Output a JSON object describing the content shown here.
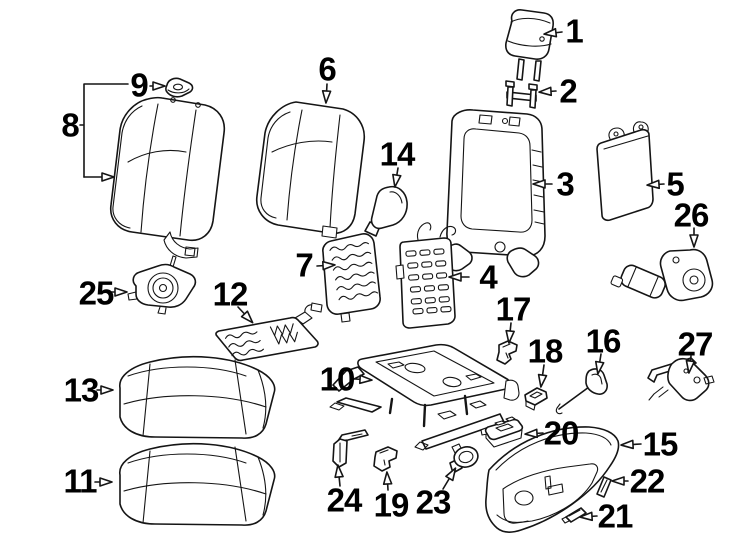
{
  "diagram": {
    "background_color": "#ffffff",
    "line_color": "#151515",
    "label_color": "#000000",
    "parts": [
      {
        "label": "1",
        "name": "headrest"
      },
      {
        "label": "2",
        "name": "headrest-guide"
      },
      {
        "label": "3",
        "name": "seat-back-frame"
      },
      {
        "label": "4",
        "name": "lumbar-support-mat"
      },
      {
        "label": "5",
        "name": "seat-back-panel"
      },
      {
        "label": "6",
        "name": "seat-back-cover"
      },
      {
        "label": "7",
        "name": "seat-back-heater-pad"
      },
      {
        "label": "8",
        "name": "seat-back-assembly"
      },
      {
        "label": "9",
        "name": "guide-cap"
      },
      {
        "label": "10",
        "name": "seat-adjuster-track"
      },
      {
        "label": "11",
        "name": "seat-cushion-pad"
      },
      {
        "label": "12",
        "name": "seat-cushion-heater-pad"
      },
      {
        "label": "13",
        "name": "seat-cushion-cover"
      },
      {
        "label": "14",
        "name": "recliner-handle"
      },
      {
        "label": "15",
        "name": "side-shield"
      },
      {
        "label": "16",
        "name": "release-rod"
      },
      {
        "label": "17",
        "name": "retainer-clip-17"
      },
      {
        "label": "18",
        "name": "retainer-clip-18"
      },
      {
        "label": "19",
        "name": "retainer-clip-19"
      },
      {
        "label": "20",
        "name": "seat-switch"
      },
      {
        "label": "21",
        "name": "trim-cap-21"
      },
      {
        "label": "22",
        "name": "trim-cap-22"
      },
      {
        "label": "23",
        "name": "adjuster-knob"
      },
      {
        "label": "24",
        "name": "mounting-bracket"
      },
      {
        "label": "25",
        "name": "recliner-mechanism"
      },
      {
        "label": "26",
        "name": "seat-back-motor"
      },
      {
        "label": "27",
        "name": "track-motor"
      }
    ]
  }
}
